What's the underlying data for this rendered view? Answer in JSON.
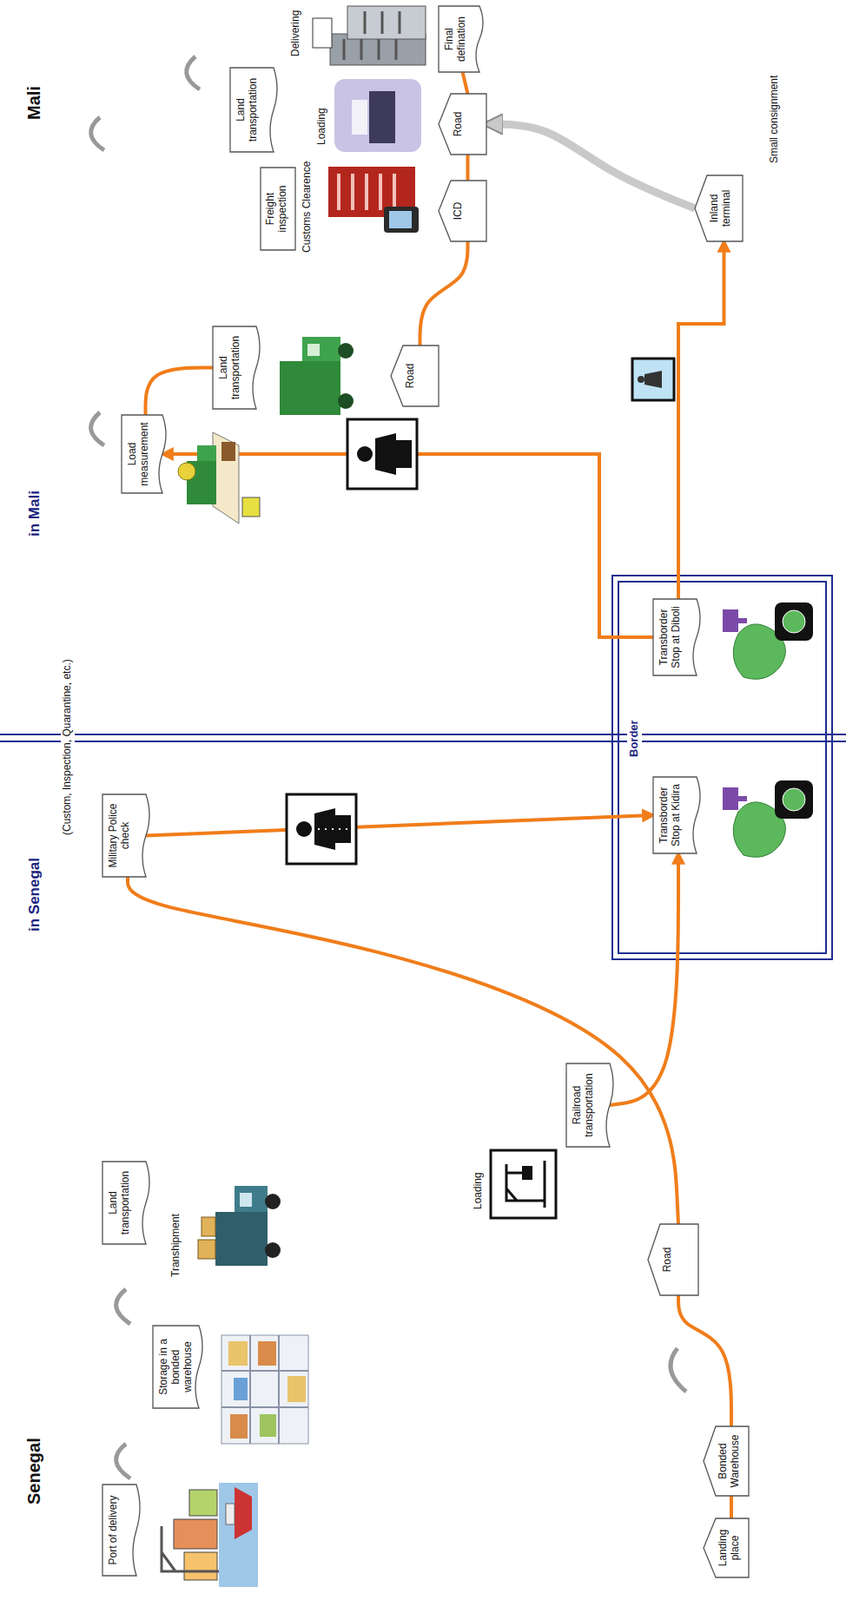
{
  "diagram": {
    "nodes": [
      {
        "text": [
          "Port of delivery"
        ]
      },
      {
        "text": [
          "Storage in a bonded warehouse"
        ]
      },
      {
        "text": [
          "Land transportation"
        ]
      },
      {
        "text": [
          "Military Police check"
        ]
      },
      {
        "text": [
          "Landing place"
        ]
      },
      {
        "text": [
          "Bonded Warehouse"
        ]
      },
      {
        "text": [
          "Road"
        ]
      },
      {
        "text": [
          "Railroad transportation"
        ]
      },
      {
        "text": [
          "Transborder Stop at Kidira"
        ]
      },
      {
        "text": [
          "Transborder Stop at Diboli"
        ]
      },
      {
        "text": [
          "Load measurement"
        ]
      },
      {
        "text": [
          "Land transportation"
        ]
      },
      {
        "text": [
          "Road"
        ]
      },
      {
        "text": [
          "Freight inspection"
        ]
      },
      {
        "text": [
          "ICD"
        ]
      },
      {
        "text": [
          "Land transportation"
        ]
      },
      {
        "text": [
          "Road"
        ]
      },
      {
        "text": [
          "Final defination"
        ]
      },
      {
        "text": [
          "Inland terminal"
        ]
      }
    ],
    "edges": [
      {
        "from": 4,
        "to": 5,
        "arrow": "none"
      },
      {
        "from": 5,
        "to": 6,
        "arrow": "none"
      },
      {
        "from": 6,
        "to": 3,
        "arrow": "none"
      },
      {
        "from": 3,
        "to": 8,
        "arrow": "to"
      },
      {
        "from": 7,
        "to": 8,
        "arrow": "to"
      },
      {
        "from": 9,
        "to": 10,
        "arrow": "to"
      },
      {
        "from": 10,
        "to": 11,
        "arrow": "none"
      },
      {
        "from": 9,
        "to": 18,
        "arrow": "to"
      },
      {
        "from": 12,
        "to": 14,
        "arrow": "none"
      },
      {
        "from": 14,
        "to": 16,
        "arrow": "none"
      },
      {
        "from": 16,
        "to": 17,
        "arrow": "none"
      },
      {
        "from": 18,
        "to": 16,
        "arrow": "to"
      }
    ],
    "labels": [
      "Senegal",
      "in Senegal",
      "(Custom, Inspection, Quarantine, etc.)",
      "in Mali",
      "Mali",
      "Border",
      "Transhipment",
      "Loading",
      "Customs Clearence",
      "Loading",
      "Delivering",
      "Small consignment"
    ]
  }
}
